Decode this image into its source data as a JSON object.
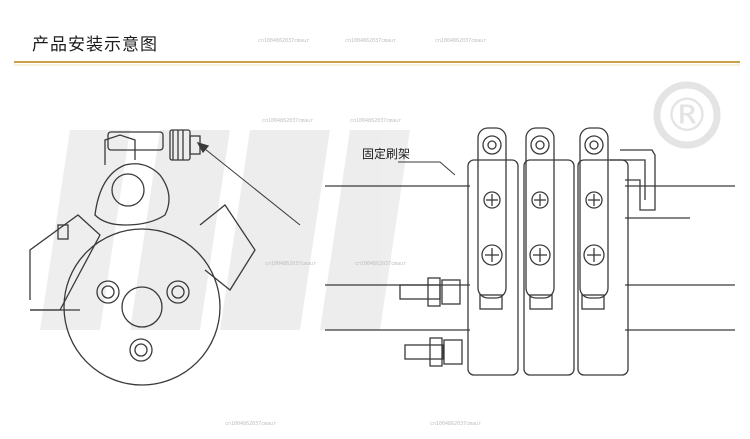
{
  "header": {
    "title": "产品安装示意图",
    "underline_color": "#c8a24a"
  },
  "diagram": {
    "callout_label": "固定刷架",
    "registered_mark": "®",
    "watermark_text": "cn1004862037cmaur"
  },
  "colors": {
    "line": "#3a3a3a",
    "watermark_gray": "#e6e6e6",
    "accent_gold": "#c8a24a"
  }
}
